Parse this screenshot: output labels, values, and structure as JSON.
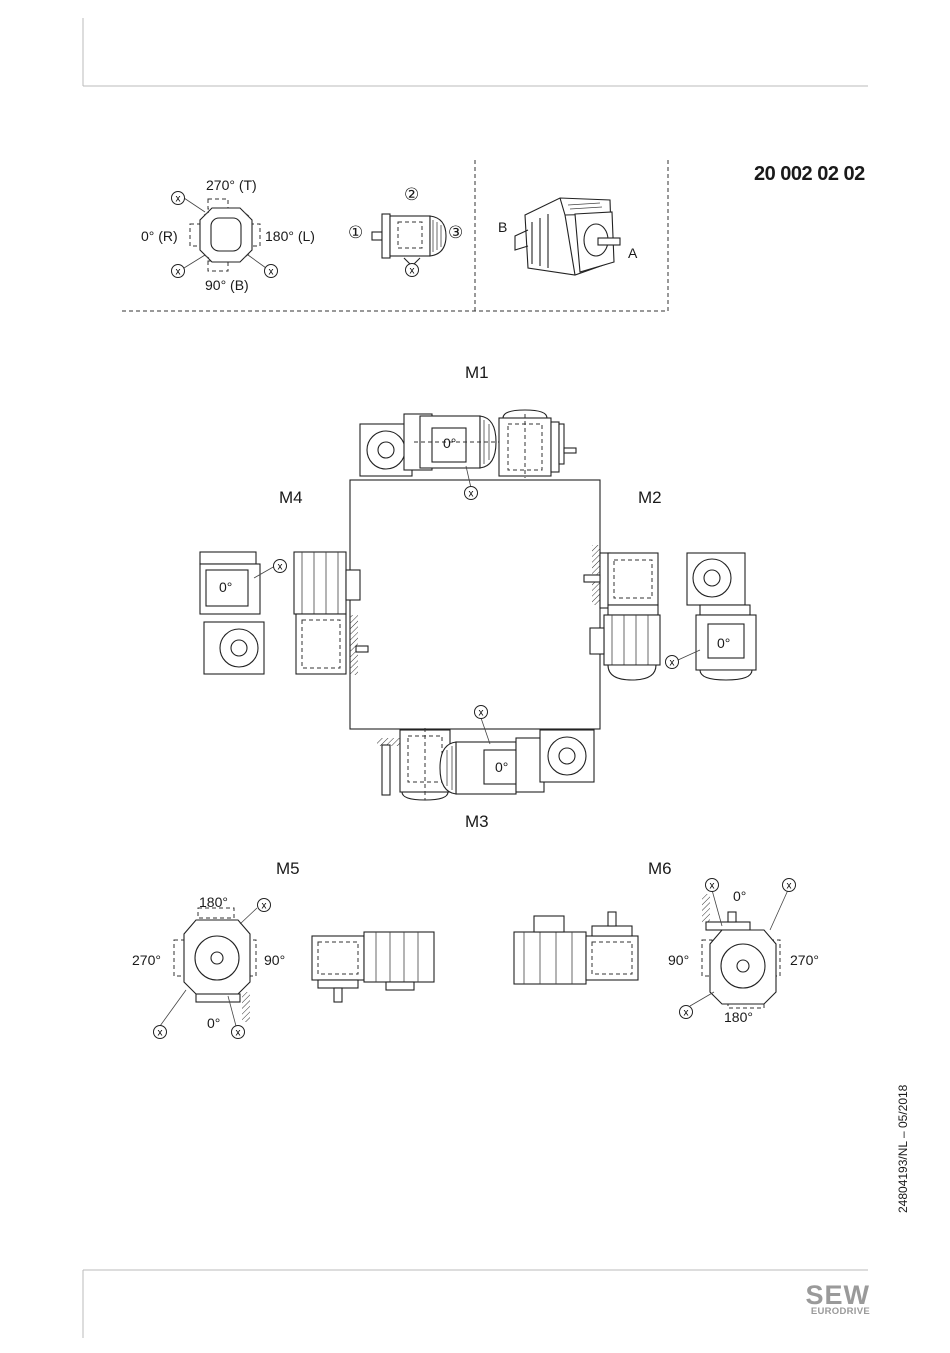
{
  "document_number": "20 002 02 02",
  "side_note": "24804193/NL – 05/2018",
  "logo": {
    "top": "SEW",
    "bottom": "EURODRIVE"
  },
  "legend": {
    "terminal_box": {
      "top": "270° (T)",
      "left": "0° (R)",
      "right": "180° (L)",
      "bottom": "90° (B)",
      "marker": "x"
    },
    "cable_entry": {
      "pos1": "①",
      "pos2": "②",
      "pos3": "③",
      "marker": "x"
    },
    "shaft": {
      "side_b": "B",
      "side_a": "A"
    }
  },
  "mounting_positions": {
    "m1": {
      "label": "M1",
      "angle": "0°"
    },
    "m2": {
      "label": "M2",
      "angle": "0°"
    },
    "m3": {
      "label": "M3",
      "angle": "0°"
    },
    "m4": {
      "label": "M4",
      "angle": "0°"
    },
    "m5": {
      "label": "M5",
      "a0": "0°",
      "a90": "90°",
      "a180": "180°",
      "a270": "270°"
    },
    "m6": {
      "label": "M6",
      "a0": "0°",
      "a90": "90°",
      "a180": "180°",
      "a270": "270°"
    }
  },
  "marker": "x"
}
